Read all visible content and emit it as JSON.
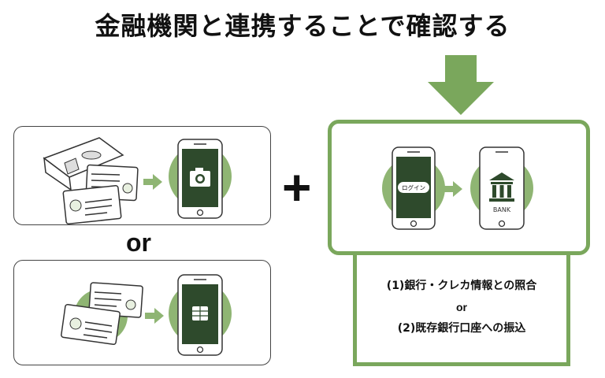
{
  "title": "金融機関と連携することで確認する",
  "or_label": "or",
  "plus_symbol": "+",
  "phone_login_label": "ログイン",
  "bank_label": "BANK",
  "methods": {
    "line1": "(1)銀行・クレカ情報との照合",
    "or": "or",
    "line2": "(2)既存銀行口座への振込"
  },
  "colors": {
    "accent_green": "#7aa75c",
    "dark_green": "#2e4a2c",
    "light_green_circle": "#8fb573"
  }
}
